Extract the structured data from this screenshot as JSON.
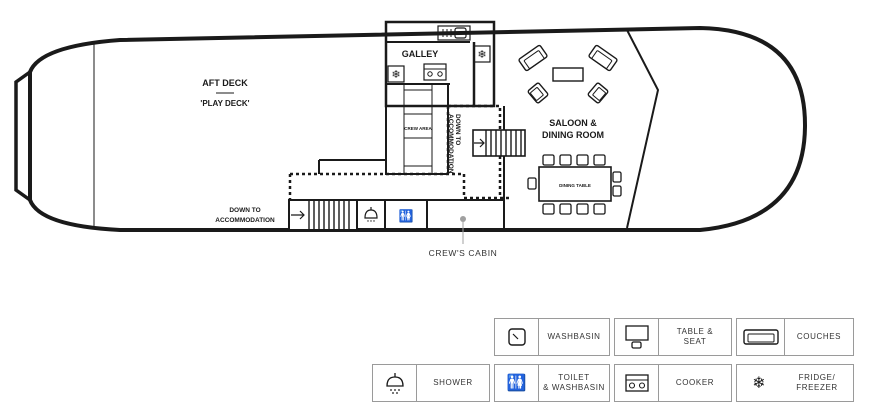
{
  "deck": {
    "aft_deck_title": "AFT DECK",
    "aft_deck_subtitle": "'PLAY DECK'",
    "galley": "GALLEY",
    "crew_area": "CREW AREA",
    "down_to_accommodation_vertical_1": "DOWN TO",
    "down_to_accommodation_vertical_2": "ACCOMMODATION",
    "saloon_line1": "SALOON &",
    "saloon_line2": "DINING ROOM",
    "dining_table": "DINING TABLE",
    "down_to_accommodation_line1": "DOWN TO",
    "down_to_accommodation_line2": "ACCOMMODATION",
    "crews_cabin": "CREW'S CABIN"
  },
  "legend": {
    "washbasin": "WASHBASIN",
    "table_seat": "TABLE &\nSEAT",
    "couches": "COUCHES",
    "shower": "SHOWER",
    "toilet_washbasin": "TOILET\n& WASHBASIN",
    "cooker": "COOKER",
    "fridge_freezer": "FRIDGE/\nFREEZER"
  },
  "icons": {
    "washbasin": "washbasin-icon",
    "table_seat": "table-seat-icon",
    "couches": "couch-icon",
    "shower": "shower-icon",
    "toilet_washbasin": "toilet-icon",
    "cooker": "cooker-icon",
    "fridge_freezer": "snowflake-icon"
  },
  "colors": {
    "line": "#1a1a1a",
    "legend_border": "#9a9a9a"
  }
}
